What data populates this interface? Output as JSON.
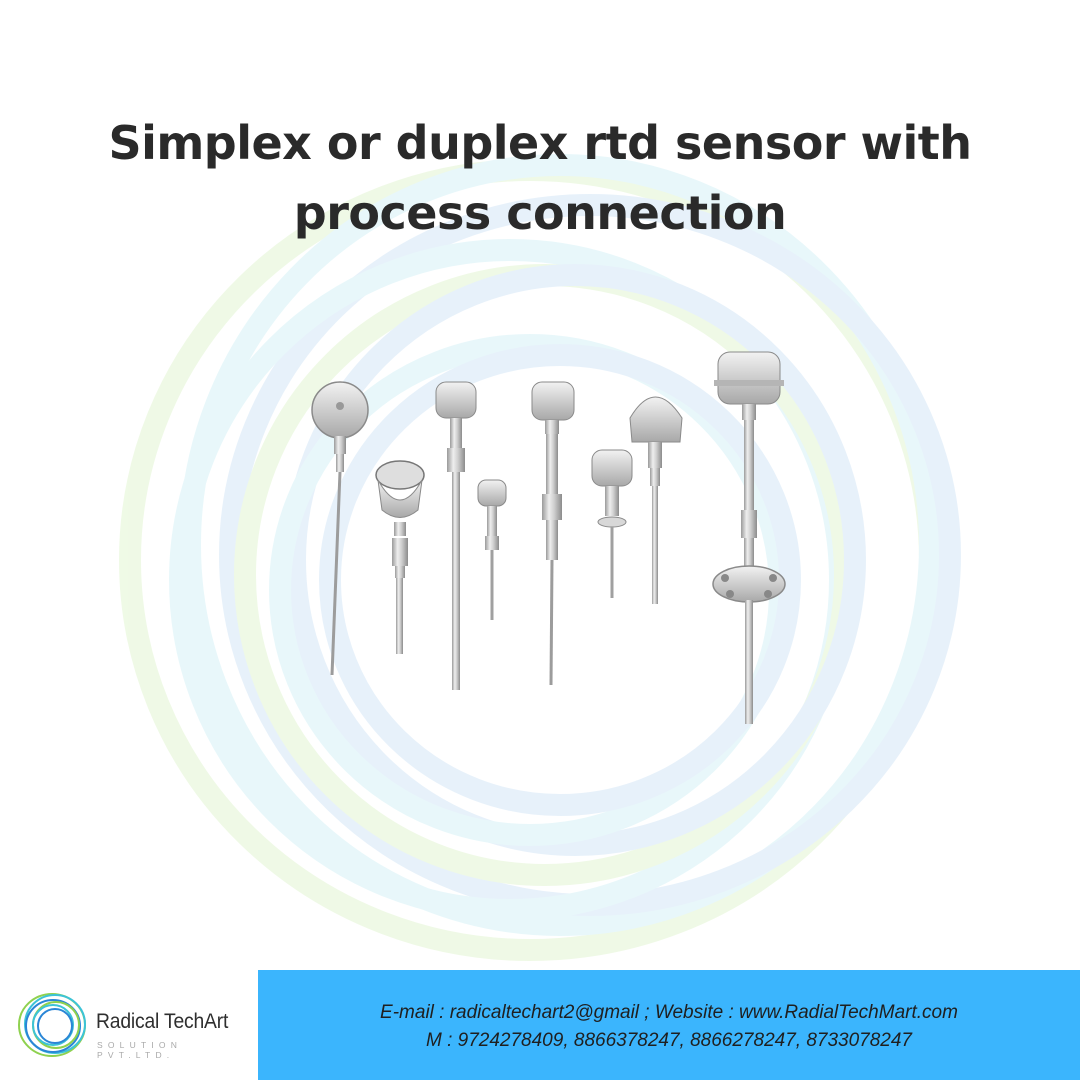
{
  "title": {
    "line1": "Simplex or duplex rtd sensor with",
    "line2": "process connection"
  },
  "product_image": {
    "alt": "Assorted simplex/duplex RTD temperature sensors with connection heads and process connections (threaded, tri-clamp, flange)",
    "sensor_count": 8
  },
  "footer": {
    "logo": {
      "name": "Radical TechArt",
      "subtitle": "SOLUTION PVT.LTD.",
      "icon": "concentric-rings-logo-icon"
    },
    "contact": {
      "email_line": "E-mail : radicaltechart2@gmail ; Website : www.RadialTechMart.com",
      "phone_line": "M : 9724278409, 8866378247, 8866278247, 8733078247"
    }
  },
  "colors": {
    "background": "#ffffff",
    "title_text": "#2a2a2a",
    "contact_band": "#3bb5fd",
    "ring_green": "#d9f2c4",
    "ring_cyan": "#c9eef5",
    "ring_blue": "#cfe2f5",
    "logo_green": "#8fd14f",
    "logo_cyan": "#3cc3d8",
    "logo_blue": "#2a86d6"
  }
}
